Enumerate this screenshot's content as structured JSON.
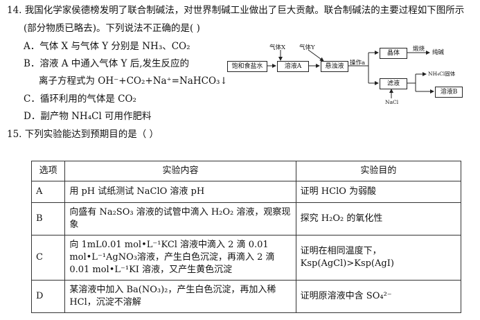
{
  "q14": {
    "stem_1": "14. 我国化学家侯德榜发明了联合制碱法，对世界制碱工业做出了巨大贡献。联合制碱法的主要过程如下图所示",
    "stem_2": "(部分物质已略去)。下列说法不正确的是(      )",
    "opt_a": "A．气体 X 与气体 Y 分别是 NH₃、CO₂",
    "opt_b1": "B．溶液 A 中通入气体 Y 后,发生反应的",
    "opt_b2": "离子方程式为 OH⁻+CO₂+Na⁺=NaHCO₃↓",
    "opt_c": "C．循环利用的气体是 CO₂",
    "opt_d": "D．副产物 NH₄Cl 可用作肥料"
  },
  "diagram": {
    "start": "饱和食盐水",
    "gas_x": "气体X",
    "gas_y": "气体Y",
    "sol_a": "溶液A",
    "suspension": "悬浊液",
    "operation": "操作a",
    "crystal": "晶体",
    "calcine": "煅烧",
    "product": "纯碱",
    "filtrate": "滤液",
    "nacl": "NaCl",
    "nh4cl_solid": "NH₄Cl固体",
    "sol_b": "溶液B"
  },
  "q15": {
    "stem": "15. 下列实验能达到预期目的是（      ）",
    "headers": [
      "选项",
      "实验内容",
      "实验目的"
    ],
    "rows": [
      {
        "opt": "A",
        "content": "用 pH 试纸测试 NaClO 溶液 pH",
        "goal": "证明 HClO 为弱酸"
      },
      {
        "opt": "B",
        "content": "向盛有 Na₂SO₃ 溶液的试管中滴入 H₂O₂ 溶液，观察现象",
        "goal": "探究 H₂O₂ 的氧化性"
      },
      {
        "opt": "C",
        "content": "向 1mL0.01 mol•L⁻¹KCl 溶液中滴入 2 滴 0.01 mol•L⁻¹AgNO₃溶液，产生白色沉淀，再滴入 2 滴 0.01 mol•L⁻¹KI 溶液，又产生黄色沉淀",
        "goal": "证明在相同温度下，Ksp(AgCl)>Ksp(AgI)"
      },
      {
        "opt": "D",
        "content": "某溶液中加入 Ba(NO₃)₂，产生白色沉淀，再加入稀 HCl，沉淀不溶解",
        "goal": "证明原溶液中含 SO₄²⁻"
      }
    ]
  }
}
